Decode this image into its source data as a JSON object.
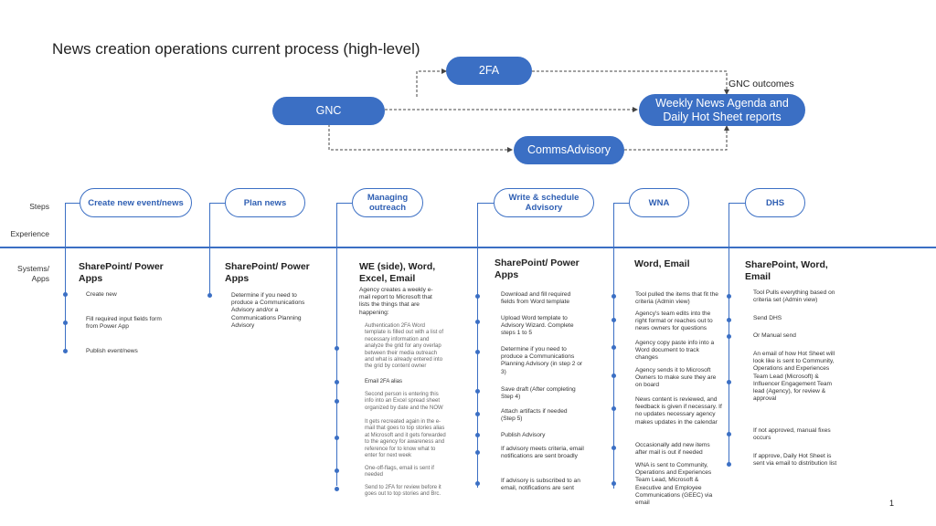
{
  "title": "News creation operations current process (high-level)",
  "flow": {
    "gnc": "GNC",
    "twofa": "2FA",
    "comms": "CommsAdvisory",
    "weekly": "Weekly News Agenda and Daily Hot Sheet reports",
    "outcomes_label": "GNC outcomes"
  },
  "row_labels": {
    "steps": "Steps",
    "experience": "Experience",
    "systems": "Systems/ Apps"
  },
  "columns": [
    {
      "step": "Create new event/news",
      "system": "SharePoint/ Power Apps",
      "items": [
        {
          "text": "Create new",
          "grey": false
        },
        {
          "text": "Fill required input fields form from Power App",
          "grey": false
        },
        {
          "text": "Publish event/news",
          "grey": false
        }
      ]
    },
    {
      "step": "Plan news",
      "system": "SharePoint/ Power Apps",
      "items": [
        {
          "text": "Determine if you need to produce a Communications Advisory and/or a Communications Planning Advisory",
          "grey": false
        }
      ]
    },
    {
      "step": "Managing outreach",
      "system": "WE (side), Word, Excel, Email",
      "intro": "Agency creates a weekly e-mail report to Microsoft that lists the things that are happening:",
      "items": [
        {
          "text": "Authentication 2FA Word template is filled out with a list of necessary information and analyze the grid for any overlap between their media outreach and what is already entered into the grid by content owner",
          "grey": true
        },
        {
          "text": "Email 2FA alias",
          "grey": false
        },
        {
          "text": "Second person is entering this info into an Excel spread sheet organized by date and the NOW",
          "grey": true
        },
        {
          "text": "It gets recreated again in the e-mail that goes to top stories alias at Microsoft and it gets forwarded to the agency for awareness and reference for to know what to enter for next week",
          "grey": true
        },
        {
          "text": "One-off-flags, email is sent if needed",
          "grey": true
        },
        {
          "text": "Send to 2FA for review before it goes out to top stories and Brc.",
          "grey": true
        }
      ]
    },
    {
      "step": "Write & schedule Advisory",
      "system": "SharePoint/ Power Apps",
      "items": [
        {
          "text": "Download and fill required fields from Word template",
          "grey": false
        },
        {
          "text": "Upload Word template to Advisory Wizard. Complete steps 1 to 5",
          "grey": false
        },
        {
          "text": "Determine if you need to produce a Communications Planning Advisory (in step 2 or 3)",
          "grey": false
        },
        {
          "text": "Save draft (After completing Step 4)",
          "grey": false
        },
        {
          "text": "Attach artifacts if needed (Step 5)",
          "grey": false
        },
        {
          "text": "Publish Advisory",
          "grey": false
        },
        {
          "text": "If advisory meets criteria, email notifications are sent broadly",
          "grey": false
        },
        {
          "text": "If advisory is subscribed to an email, notifications are sent",
          "grey": false
        }
      ]
    },
    {
      "step": "WNA",
      "system": "Word, Email",
      "items": [
        {
          "text": "Tool pulled the items that fit the criteria (Admin view)",
          "grey": false
        },
        {
          "text": "Agency's team edits into the right format or reaches out to news owners for questions",
          "grey": false
        },
        {
          "text": "Agency copy paste info into a Word document to track changes",
          "grey": false
        },
        {
          "text": "Agency sends it to Microsoft Owners to make sure they are on board",
          "grey": false
        },
        {
          "text": "News content is reviewed, and feedback is given if necessary. If no updates necessary agency makes updates in the calendar",
          "grey": false
        },
        {
          "text": "Occasionally add new items after mail is out if needed",
          "grey": false
        },
        {
          "text": "WNA is sent to Community, Operations and Experiences Team Lead, Microsoft & Executive and Employee Communications (GEEC) via email",
          "grey": false
        }
      ]
    },
    {
      "step": "DHS",
      "system": "SharePoint, Word, Email",
      "items": [
        {
          "text": "Tool Pulls everything based on criteria set (Admin view)",
          "grey": false
        },
        {
          "text": "Send DHS",
          "grey": false
        },
        {
          "text": "Or Manual send",
          "grey": false
        },
        {
          "text": "An email of how Hot Sheet will look like is sent to Community, Operations and Experiences Team Lead (Microsoft) & Influencer Engagement Team lead (Agency), for review & approval",
          "grey": false
        },
        {
          "text": "If not approved, manual fixes occurs",
          "grey": false
        },
        {
          "text": "If approve, Daily Hot Sheet is sent via email to distribution list",
          "grey": false
        }
      ]
    }
  ],
  "page_number": "1"
}
